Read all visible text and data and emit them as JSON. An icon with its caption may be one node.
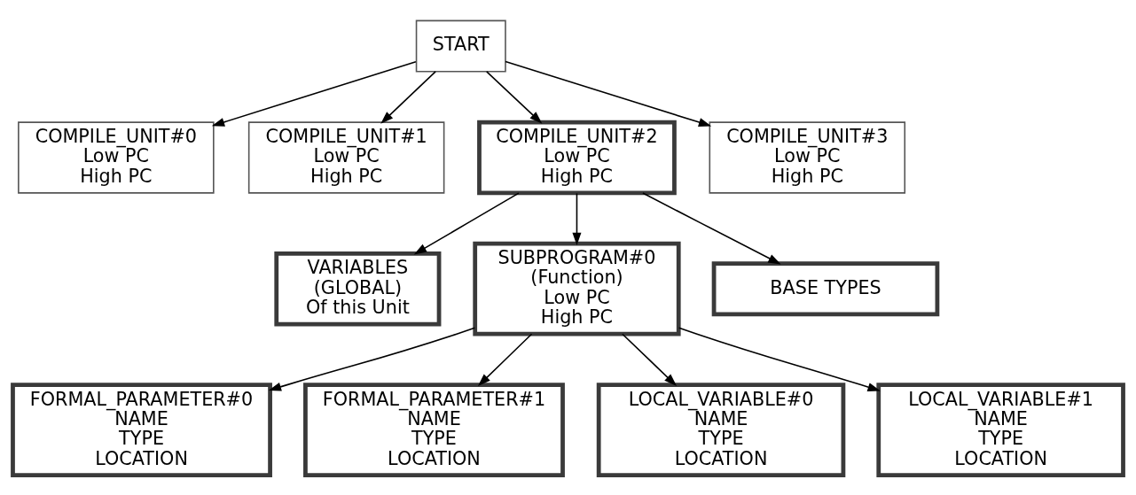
{
  "diagram": {
    "nodes": [
      {
        "text": [
          "START"
        ]
      },
      {
        "text": [
          "COMPILE_UNIT#0",
          "Low PC",
          "High PC"
        ]
      },
      {
        "text": [
          "COMPILE_UNIT#1",
          "Low PC",
          "High PC"
        ]
      },
      {
        "text": [
          "COMPILE_UNIT#2",
          "Low PC",
          "High PC"
        ]
      },
      {
        "text": [
          "COMPILE_UNIT#3",
          "Low PC",
          "High PC"
        ]
      },
      {
        "text": [
          "VARIABLES",
          "(GLOBAL)",
          "Of this Unit"
        ]
      },
      {
        "text": [
          "SUBPROGRAM#0",
          "(Function)",
          "Low PC",
          "High PC"
        ]
      },
      {
        "text": [
          "BASE TYPES"
        ]
      },
      {
        "text": [
          "FORMAL_PARAMETER#0",
          "NAME",
          "TYPE",
          "LOCATION"
        ]
      },
      {
        "text": [
          "FORMAL_PARAMETER#1",
          "NAME",
          "TYPE",
          "LOCATION"
        ]
      },
      {
        "text": [
          "LOCAL_VARIABLE#0",
          "NAME",
          "TYPE",
          "LOCATION"
        ]
      },
      {
        "text": [
          "LOCAL_VARIABLE#1",
          "NAME",
          "TYPE",
          "LOCATION"
        ]
      }
    ],
    "edges": [
      {
        "from": 0,
        "to": 1,
        "arrow": "to"
      },
      {
        "from": 0,
        "to": 2,
        "arrow": "to"
      },
      {
        "from": 0,
        "to": 3,
        "arrow": "to"
      },
      {
        "from": 0,
        "to": 4,
        "arrow": "to"
      },
      {
        "from": 3,
        "to": 5,
        "arrow": "to"
      },
      {
        "from": 3,
        "to": 6,
        "arrow": "to"
      },
      {
        "from": 3,
        "to": 7,
        "arrow": "to"
      },
      {
        "from": 6,
        "to": 8,
        "arrow": "to"
      },
      {
        "from": 6,
        "to": 9,
        "arrow": "to"
      },
      {
        "from": 6,
        "to": 10,
        "arrow": "to"
      },
      {
        "from": 6,
        "to": 11,
        "arrow": "to"
      }
    ]
  }
}
